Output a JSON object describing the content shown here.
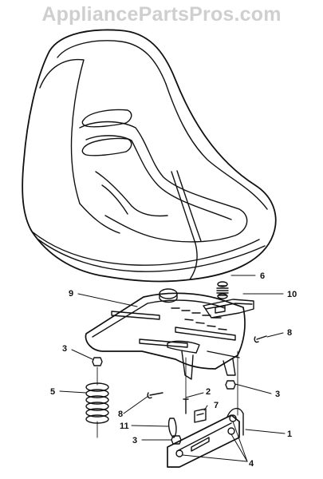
{
  "watermark": "AppliancePartsPros.com",
  "callouts": {
    "c1": "1",
    "c2": "2",
    "c3a": "3",
    "c3b": "3",
    "c3c": "3",
    "c4": "4",
    "c5": "5",
    "c6": "6",
    "c7": "7",
    "c8a": "8",
    "c8b": "8",
    "c9": "9",
    "c10": "10",
    "c11": "11"
  }
}
